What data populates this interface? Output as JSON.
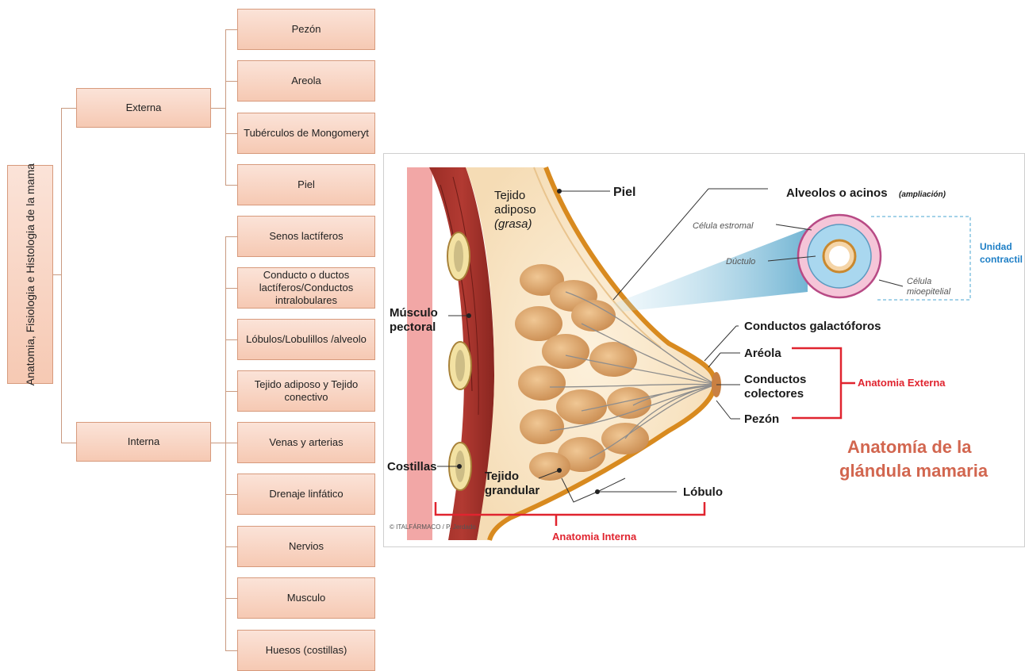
{
  "tree": {
    "root": "Anatomia, Fisiologia e Histologia de la mama",
    "branches": [
      {
        "label": "Externa",
        "children": [
          "Pezón",
          "Areola",
          "Tubérculos de Mongomeryt",
          "Piel"
        ]
      },
      {
        "label": "Interna",
        "children": [
          "Senos lactíferos",
          "Conducto o ductos lactíferos/Conductos intralobulares",
          "Lóbulos/Lobulillos /alveolo",
          "Tejido adiposo y Tejido conectivo",
          "Venas y arterias",
          "Drenaje linfático",
          "Nervios",
          "Musculo",
          "Huesos (costillas)"
        ]
      }
    ]
  },
  "illustration": {
    "labels": {
      "piel": "Piel",
      "tejido_adiposo_1": "Tejido",
      "tejido_adiposo_2": "adiposo",
      "tejido_adiposo_3": "(grasa)",
      "alveolos": "Alveolos o acinos",
      "ampliacion": "(ampliación)",
      "celula_estromal": "Célula estromal",
      "ductulo": "Dúctulo",
      "unidad_1": "Unidad",
      "unidad_2": "contractil",
      "celula_mio_1": "Célula",
      "celula_mio_2": "mioepitelial",
      "musculo_1": "Músculo",
      "musculo_2": "pectoral",
      "conductos_galactoforos": "Conductos galactóforos",
      "areola": "Aréola",
      "conductos_col_1": "Conductos",
      "conductos_col_2": "colectores",
      "pezon": "Pezón",
      "costillas": "Costillas",
      "tejido_gr_1": "Tejido",
      "tejido_gr_2": "grandular",
      "lobulo": "Lóbulo",
      "copyright": "© ITALFÁRMACO / P. Jerdado",
      "anatomia_externa": "Anatomia Externa",
      "anatomia_interna": "Anatomia Interna",
      "title_1": "Anatomía de la",
      "title_2": "glándula mamaria"
    },
    "colors": {
      "accent_red": "#e0242f",
      "title_red": "#d2664f",
      "unidad_blue": "#1e7fc6"
    }
  }
}
